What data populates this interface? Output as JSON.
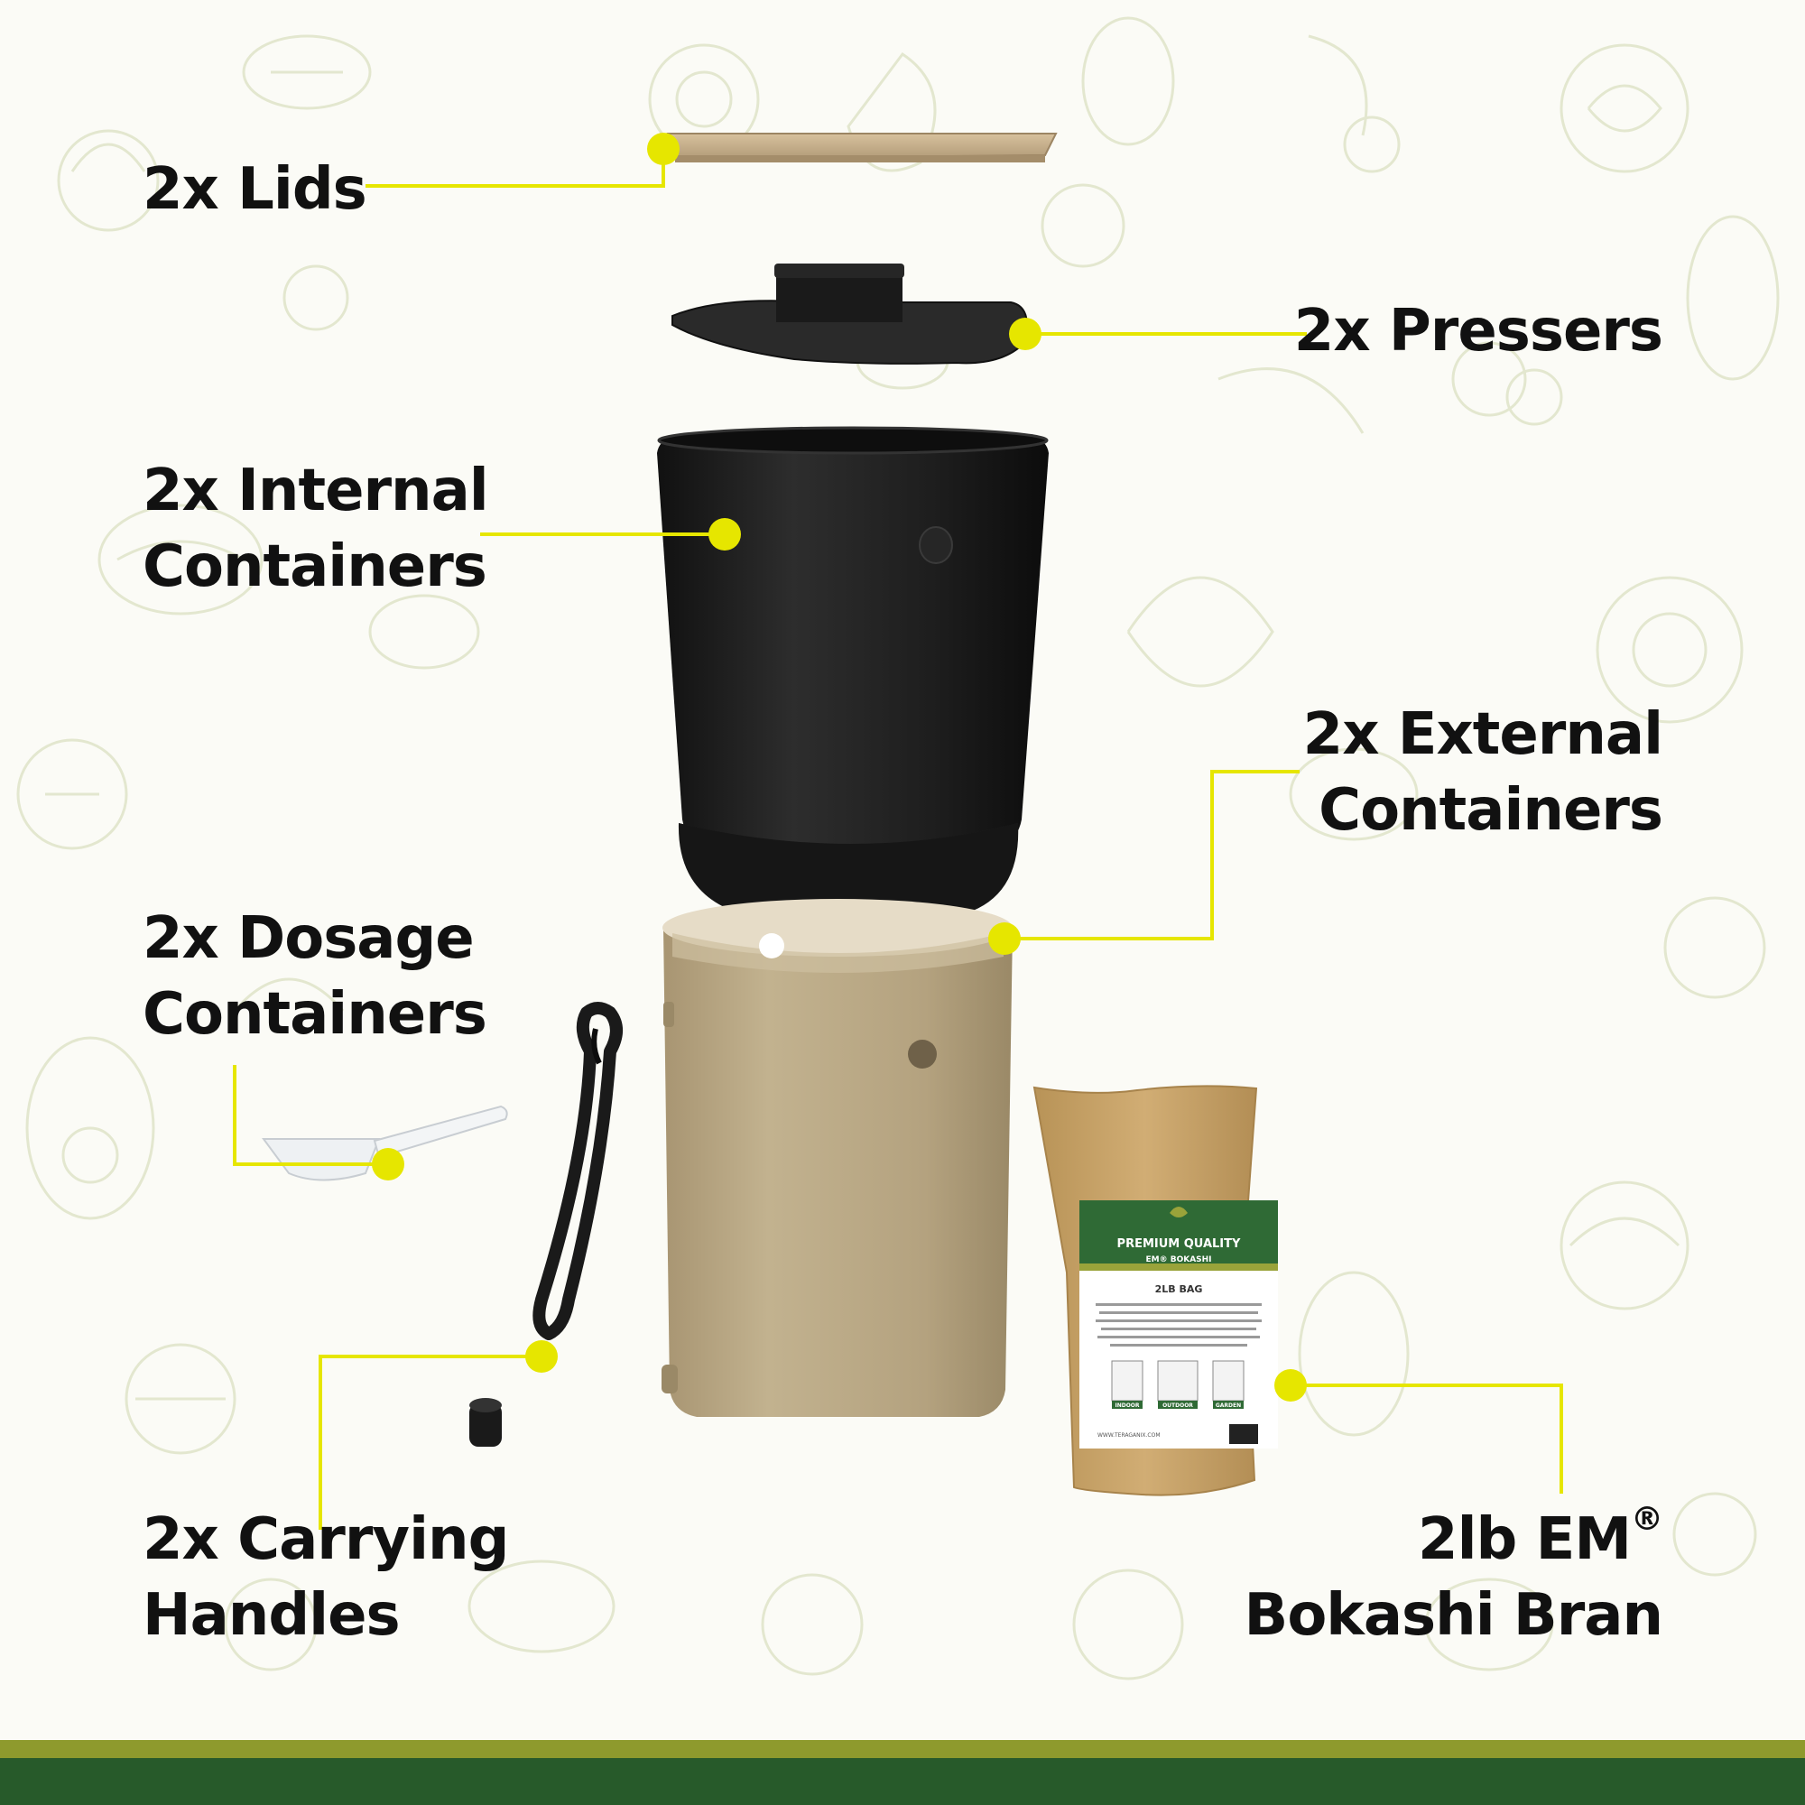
{
  "labels": {
    "lids": "2x Lids",
    "pressers": "2x Pressers",
    "internal_line1": "2x Internal",
    "internal_line2": "Containers",
    "external_line1": "2x External",
    "external_line2": "Containers",
    "dosage_line1": "2x Dosage",
    "dosage_line2": "Containers",
    "handles_line1": "2x Carrying",
    "handles_line2": "Handles",
    "bran_line1": "2lb EM",
    "bran_mark": "®",
    "bran_line2": "Bokashi Bran"
  },
  "bag": {
    "title_line1": "PREMIUM QUALITY",
    "title_line2": "EM® BOKASHI",
    "size": "2LB BAG",
    "tag_indoor": "INDOOR",
    "tag_outdoor": "OUTDOOR",
    "tag_garden": "GARDEN",
    "website": "WWW.TERAGANIX.COM"
  },
  "colors": {
    "accent_yellow": "#e6e600",
    "lid_tan": "#c9b18d",
    "bin_tan": "#b5a481",
    "inner_black": "#1c1c1c",
    "kraft": "#c7a26b",
    "strip_green_dark": "#275a2a",
    "strip_green_light": "#8e9a2d"
  }
}
